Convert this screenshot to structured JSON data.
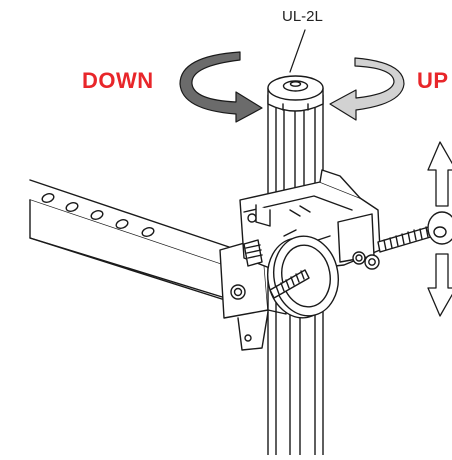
{
  "labels": {
    "model": "UL-2L",
    "down": "DOWN",
    "up": "UP"
  },
  "colors": {
    "accent_red": "#e8262a",
    "line": "#1a1a1a",
    "arrow_dark": "#6b6b6b",
    "arrow_light": "#cfcfcf"
  },
  "icons": {
    "rotate_down_arrow": "counterclockwise-rotation-arrow-icon",
    "rotate_up_arrow": "clockwise-rotation-arrow-icon",
    "move_up_arrow": "up-arrow-icon",
    "move_down_arrow": "down-arrow-icon"
  }
}
